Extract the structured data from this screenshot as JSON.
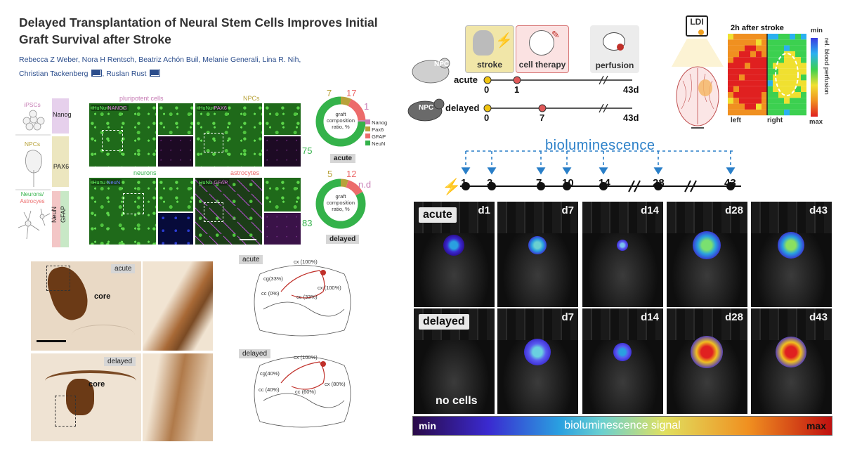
{
  "paper": {
    "title": "Delayed Transplantation of Neural Stem Cells Improves Initial Graft Survival after Stroke",
    "authors_line1": "Rebecca Z Weber, Nora H Rentsch, Beatriz Achón Buil, Melanie Generali, Lina R. Nih,",
    "authors_line2a": "Christian Tackenberg",
    "authors_line2b": "Ruslan Rust"
  },
  "markers": {
    "ipscs": "iPSCs",
    "nanog": "Nanog",
    "npcs": "NPCs",
    "pax6": "PAX6",
    "neurons_astro_a": "Neurons/",
    "neurons_astro_b": "Astrocyes",
    "neun": "NeuN",
    "gfap": "GFAP"
  },
  "micro": {
    "pluripotent": "pluripotent cells",
    "npcs": "NPCs",
    "neurons": "neurons",
    "astrocytes": "astrocytes",
    "stain_nanog_a": "HuNu",
    "stain_nanog_b": "NANOG",
    "stain_pax6_a": "HuNu",
    "stain_pax6_b": "PAX6",
    "stain_neun_a": "Hunu",
    "stain_neun_b": "NeuN",
    "stain_gfap_a": "HuNu",
    "stain_gfap_b": "GFAP"
  },
  "donuts": {
    "center_label_1": "graft",
    "center_label_2": "composition",
    "center_label_3": "ratio, %",
    "acute": {
      "tag": "acute",
      "values": {
        "nanog": "1",
        "pax6": "7",
        "gfap": "17",
        "neun": "75"
      }
    },
    "delayed": {
      "tag": "delayed",
      "values": {
        "nanog": "n.d",
        "pax6": "5",
        "gfap": "12",
        "neun": "83"
      }
    },
    "legend": [
      "Nanog",
      "Pax6",
      "GFAP",
      "NeuN"
    ],
    "colors": {
      "nanog": "#c77db5",
      "pax6": "#b8a23a",
      "gfap": "#ec6b6b",
      "neun": "#34b24a"
    }
  },
  "histology": {
    "acute": "acute",
    "core": "core",
    "delayed": "delayed"
  },
  "projection": {
    "acute": {
      "tag": "acute",
      "cx_top": "cx (100%)",
      "cg": "cg(33%)",
      "cx_right": "cx (100%)",
      "cc_left": "cc (0%)",
      "cc_mid": "cc (33%)"
    },
    "delayed": {
      "tag": "delayed",
      "cx_top": "cx (100%)",
      "cg": "cg(40%)",
      "cx_right": "cx (80%)",
      "cc_left": "cc (40%)",
      "cc_mid": "cc (60%)"
    }
  },
  "timeline": {
    "stroke": "stroke",
    "cell_therapy": "cell therapy",
    "perfusion": "perfusion",
    "acute": "acute",
    "delayed": "delayed",
    "npc": "NPC",
    "acute_t0": "0",
    "acute_t1": "1",
    "acute_end": "43d",
    "delayed_t0": "0",
    "delayed_t1": "7",
    "delayed_end": "43d"
  },
  "ldi": {
    "label": "LDI",
    "title": "2h after stroke",
    "min": "min",
    "max": "max",
    "axis": "rel. blood perfusion",
    "left": "left",
    "right": "right"
  },
  "bli": {
    "title": "bioluminescence",
    "days": [
      "1",
      "3",
      "7",
      "10",
      "14",
      "28",
      "43"
    ],
    "acute": "acute",
    "delayed": "delayed",
    "no_cells": "no cells",
    "panel_days": [
      "d1",
      "d7",
      "d14",
      "d28",
      "d43"
    ],
    "scale_min": "min",
    "scale_label": "bioluminescence signal",
    "scale_max": "max"
  }
}
